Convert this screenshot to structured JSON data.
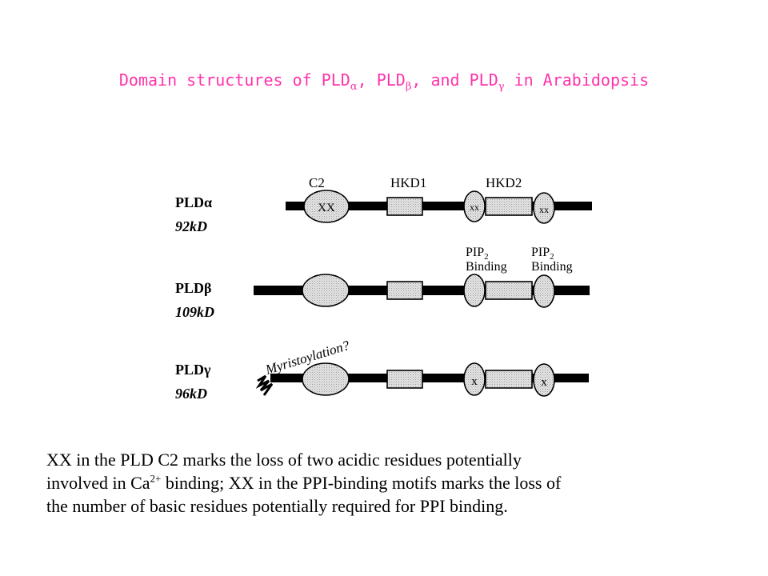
{
  "title": {
    "prefix": "Domain structures of PLD",
    "alpha": "α",
    "sep1": ", PLD",
    "beta": "β",
    "sep2": ", and PLD",
    "gamma": "γ",
    "suffix": " in Arabidopsis"
  },
  "colors": {
    "title": "#ff33aa",
    "domain_fill": "#dcdcdc",
    "protein_bar": "#000000"
  },
  "domain_labels": {
    "c2": "C2",
    "hkd1": "HKD1",
    "hkd2": "HKD2",
    "pip2_binding_1": [
      "PIP",
      "2",
      "Binding"
    ],
    "pip2_binding_2": [
      "PIP",
      "2",
      "Binding"
    ]
  },
  "proteins": [
    {
      "name": "PLDα",
      "mass": "92kD",
      "c2_mark": "XX",
      "pip_marks": [
        "xx",
        "xx"
      ]
    },
    {
      "name": "PLDβ",
      "mass": "109kD",
      "c2_mark": "",
      "pip_marks": [
        "",
        ""
      ]
    },
    {
      "name": "PLDγ",
      "mass": "96kD",
      "c2_mark": "",
      "pip_marks": [
        "x",
        "x"
      ],
      "annotation": "Myristoylation?"
    }
  ],
  "caption": {
    "line1": "XX in the PLD  C2 marks the loss of two acidic residues potentially",
    "line2_a": "involved in Ca",
    "line2_sup": "2+",
    "line2_b": " binding; XX in the PPI-binding motifs marks the loss of",
    "line3": "the number of basic residues potentially required for PPI binding."
  }
}
